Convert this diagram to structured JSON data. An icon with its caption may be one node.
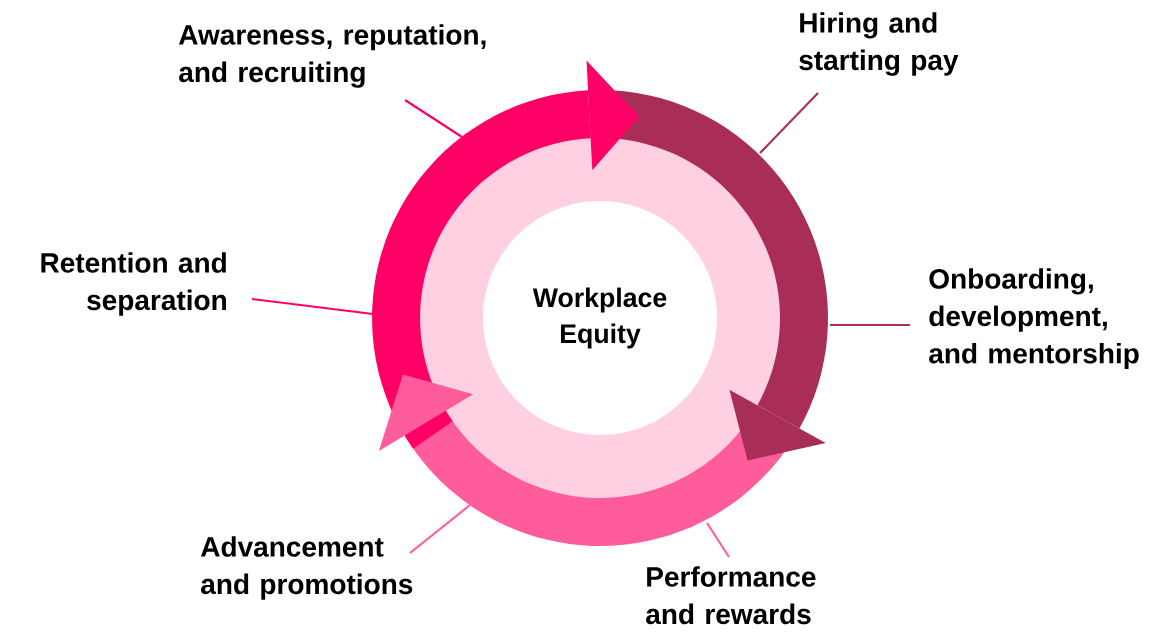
{
  "diagram": {
    "nodes": [
      {
        "text": [
          "Workplace Equity"
        ]
      },
      {
        "text": [
          "Awareness, reputation, and recruiting"
        ]
      },
      {
        "text": [
          "Hiring and starting pay"
        ]
      },
      {
        "text": [
          "Onboarding, development, and mentorship"
        ]
      },
      {
        "text": [
          "Performance and rewards"
        ]
      },
      {
        "text": [
          "Advancement and promotions"
        ]
      },
      {
        "text": [
          "Retention and separation"
        ]
      }
    ],
    "edges": [
      {
        "from": 1,
        "to": null,
        "arrow": "none",
        "color": "#ff0066"
      },
      {
        "from": 2,
        "to": null,
        "arrow": "none",
        "color": "#a82e57"
      },
      {
        "from": 3,
        "to": null,
        "arrow": "none",
        "color": "#a82e57"
      },
      {
        "from": 4,
        "to": null,
        "arrow": "none",
        "color": "#ff5c9b"
      },
      {
        "from": 5,
        "to": null,
        "arrow": "none",
        "color": "#ff5c9b"
      },
      {
        "from": 6,
        "to": null,
        "arrow": "none",
        "color": "#ff0066"
      }
    ]
  }
}
